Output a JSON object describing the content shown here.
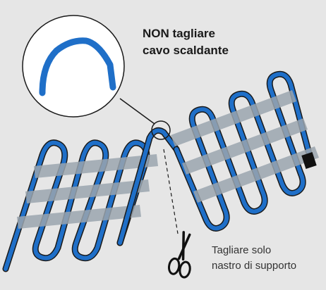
{
  "labels": {
    "warning_line1": "NON tagliare",
    "warning_line2": "cavo scaldante",
    "hint_line1": "Tagliare solo",
    "hint_line2": "nastro di supporto"
  },
  "colors": {
    "background": "#e6e6e6",
    "cable_blue": "#1f6fc8",
    "tape_grey": "#9aa4ae",
    "outline": "#1a1a1a"
  },
  "icons": [
    "scissors-icon",
    "cable-end-cap-icon"
  ]
}
